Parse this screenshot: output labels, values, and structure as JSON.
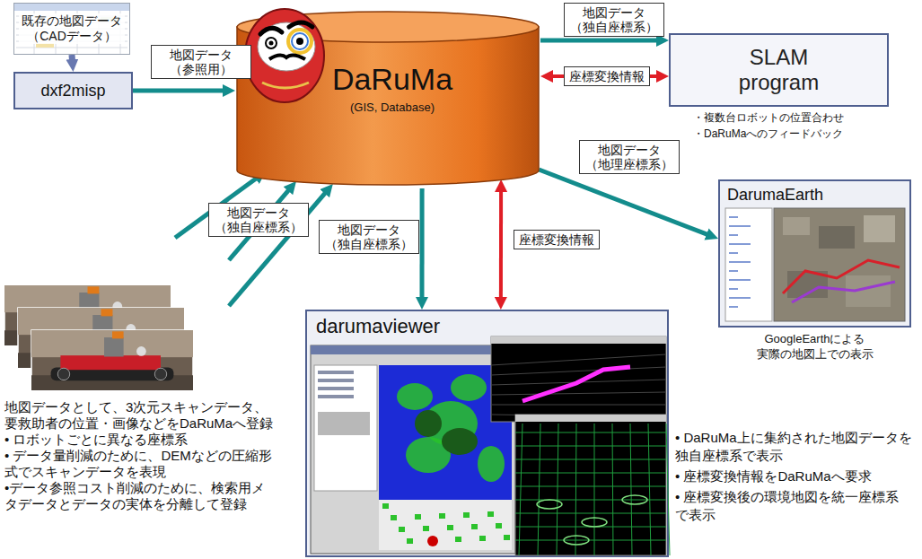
{
  "diagram": {
    "nodes": [
      {
        "text": [
          "既存の地図データ （CADデータ）"
        ]
      },
      {
        "text": [
          "dxf2misp"
        ]
      },
      {
        "text": [
          "DaRuMa",
          "(GIS, Database)"
        ]
      },
      {
        "text": [
          "SLAM program"
        ]
      },
      {
        "text": [
          "地図データとして、3次元スキャンデータ、要救助者の位置・画像などをDaRuMaへ登録",
          "• ロボットごとに異なる座標系",
          "• データ量削減のために、DEMなどの圧縮形式でスキャンデータを表現",
          "•データ参照コスト削減のために、検索用メタデータとデータの実体を分離して登録"
        ]
      },
      {
        "text": [
          "DarumaEarth",
          "GoogleEarthによる 実際の地図上での表示"
        ]
      },
      {
        "text": [
          "darumaviewer"
        ]
      }
    ],
    "edges": [
      {
        "from": 0,
        "to": 1,
        "arrow": "to"
      },
      {
        "from": 1,
        "to": 2,
        "label": "地図データ （参照用）",
        "arrow": "to"
      },
      {
        "from": 2,
        "to": 3,
        "label": "地図データ （独自座標系）",
        "arrow": "to"
      },
      {
        "from": 2,
        "to": 3,
        "label": "座標変換情報",
        "arrow": "both"
      },
      {
        "from": 2,
        "to": 5,
        "label": "地図データ （地理座標系）",
        "arrow": "to"
      },
      {
        "from": 4,
        "to": 2,
        "label": "地図データ （独自座標系）",
        "arrow": "to"
      },
      {
        "from": 4,
        "to": 2,
        "arrow": "to"
      },
      {
        "from": 4,
        "to": 2,
        "arrow": "to"
      },
      {
        "from": 2,
        "to": 6,
        "label": "地図データ （独自座標系）",
        "arrow": "to"
      },
      {
        "from": 2,
        "to": 6,
        "label": "座標変換情報",
        "arrow": "both"
      }
    ],
    "labels": [
      "・複数台ロボットの位置合わせ",
      "・DaRuMaへのフィードバック",
      "• DaRuMa上に集約された地図データを独自座標系で表示",
      "• 座標変換情報をDaRuMaへ要求",
      "• 座標変換後の環境地図を統一座標系で表示"
    ]
  }
}
